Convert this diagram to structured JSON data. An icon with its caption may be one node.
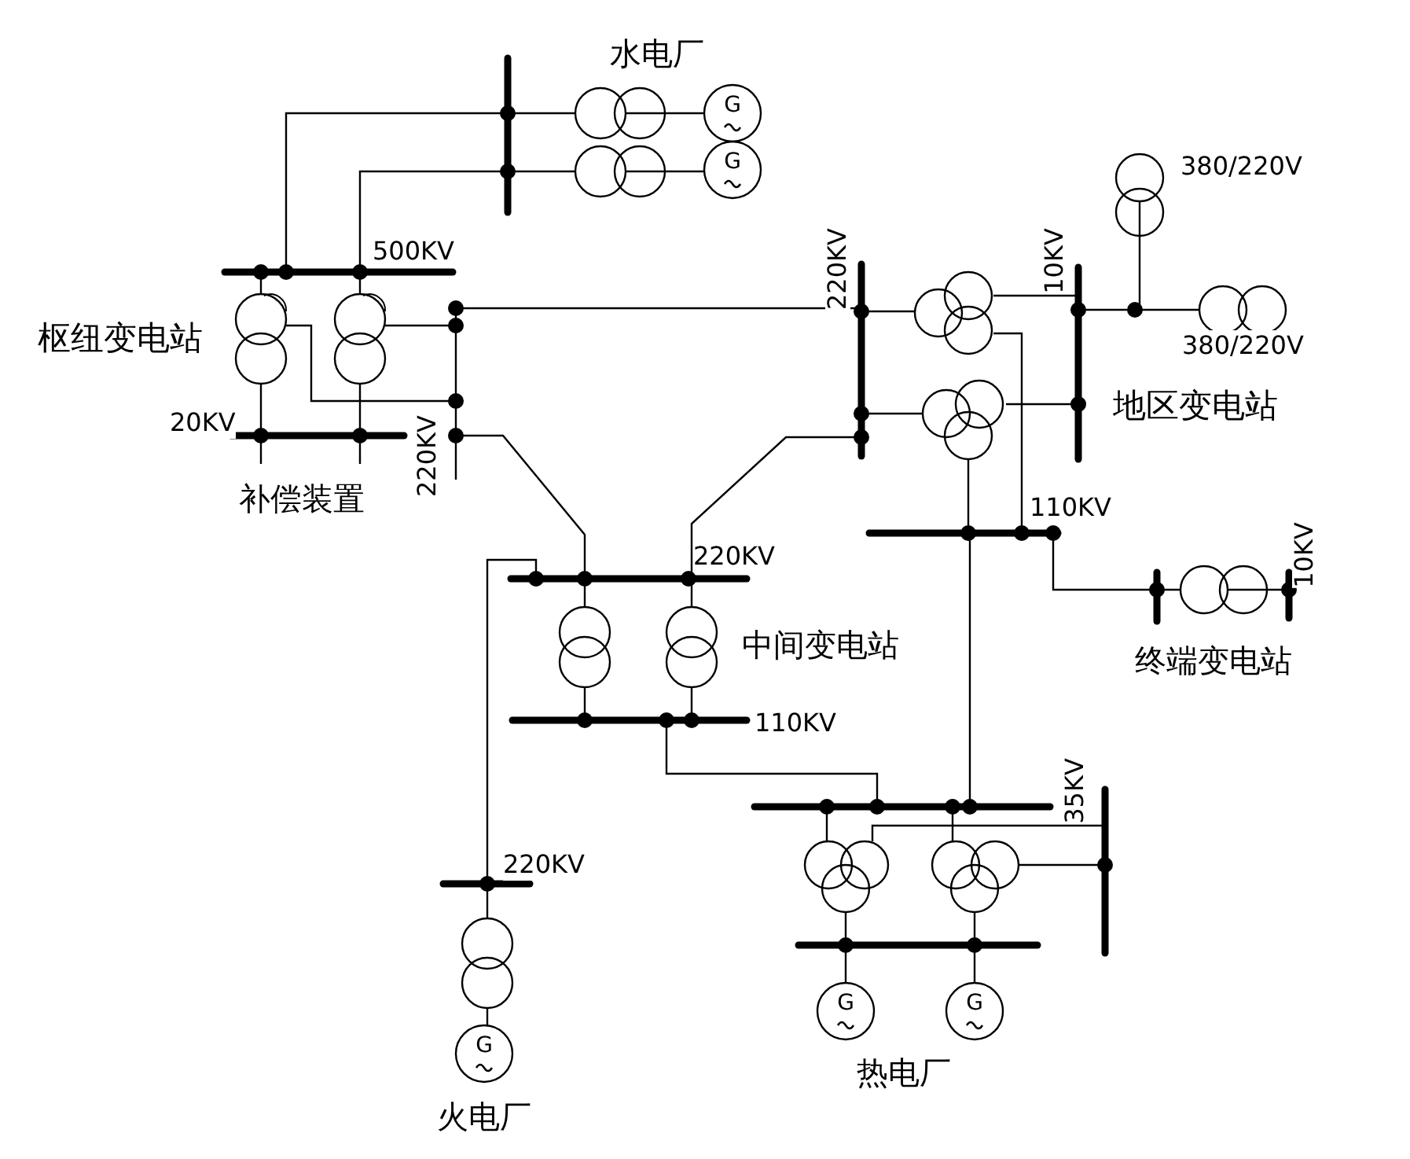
{
  "diagram": {
    "labels": [
      "水电厂",
      "G",
      "G",
      "380/220V",
      "500KV",
      "220KV",
      "10KV",
      "枢纽变电站",
      "380/220V",
      "地区变电站",
      "20KV",
      "220KV",
      "补偿装置",
      "110KV",
      "220KV",
      "10KV",
      "中间变电站",
      "终端变电站",
      "110KV",
      "35KV",
      "220KV",
      "G",
      "G",
      "G",
      "热电厂",
      "火电厂"
    ]
  }
}
